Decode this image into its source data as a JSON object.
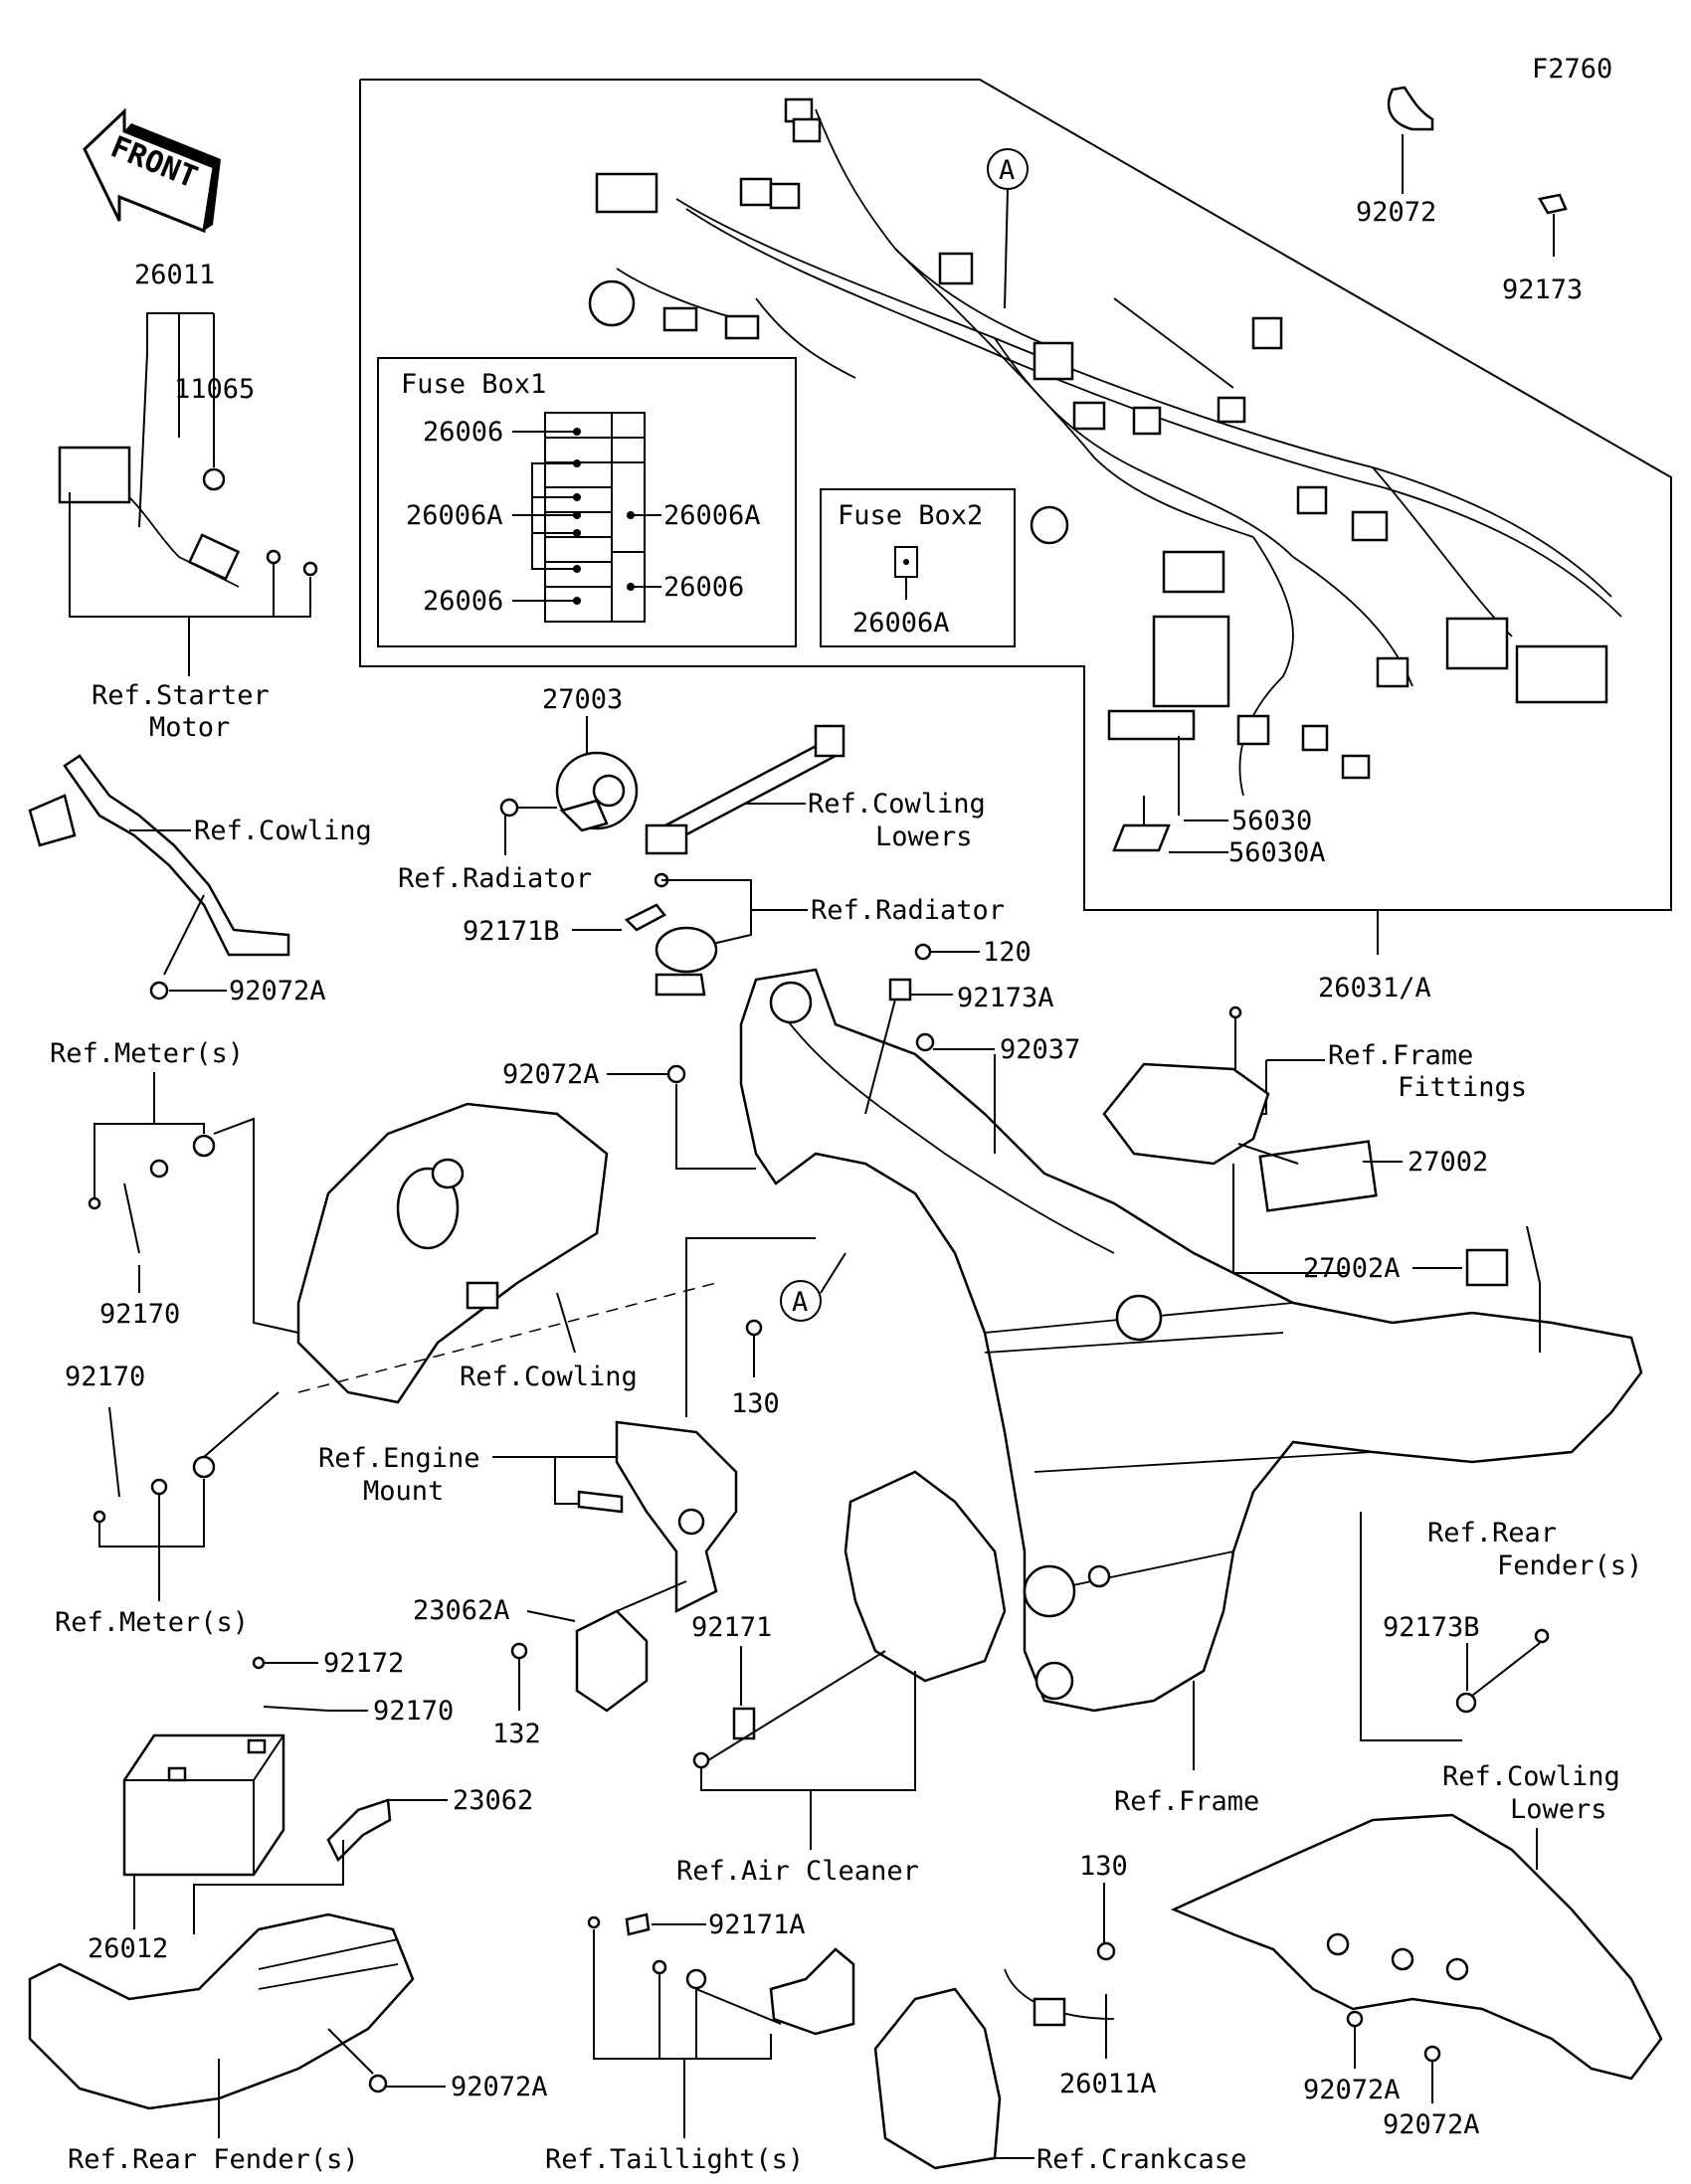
{
  "figure_code": "F2760",
  "front_label": "FRONT",
  "callout_a": "A",
  "fuse_box1": {
    "title": "Fuse Box1",
    "left_labels": [
      "26006",
      "26006A",
      "26006"
    ],
    "right_labels": [
      "26006A",
      "26006"
    ]
  },
  "fuse_box2": {
    "title": "Fuse Box2",
    "label": "26006A"
  },
  "parts": {
    "p92072": "92072",
    "p92173": "92173",
    "p26011": "26011",
    "p11065": "11065",
    "ref_starter_motor": "Ref.Starter\nMotor",
    "p27003": "27003",
    "ref_cowling_top": "Ref.Cowling",
    "ref_cowling_lowers_top": "Ref.Cowling\nLowers",
    "ref_radiator_1": "Ref.Radiator",
    "ref_radiator_2": "Ref.Radiator",
    "p92171B": "92171B",
    "p56030": "56030",
    "p56030A": "56030A",
    "p26031A": "26031/A",
    "p92072A_1": "92072A",
    "p120": "120",
    "p92173A": "92173A",
    "ref_meter_1": "Ref.Meter(s)",
    "p92072A_2": "92072A",
    "p92037": "92037",
    "ref_frame_fittings": "Ref.Frame\nFittings",
    "p27002": "27002",
    "p92170_1": "92170",
    "p27002A": "27002A",
    "ref_cowling_mid": "Ref.Cowling",
    "p130_1": "130",
    "p92170_2": "92170",
    "ref_engine_mount": "Ref.Engine\nMount",
    "ref_rear_fender_1": "Ref.Rear\nFender(s)",
    "p23062A": "23062A",
    "ref_meter_2": "Ref.Meter(s)",
    "p92171": "92171",
    "p92173B": "92173B",
    "p92172": "92172",
    "p92170_3": "92170",
    "p132": "132",
    "ref_frame": "Ref.Frame",
    "p23062": "23062",
    "ref_cowling_lowers_bottom": "Ref.Cowling\nLowers",
    "ref_air_cleaner": "Ref.Air Cleaner",
    "p130_2": "130",
    "p26012": "26012",
    "p92171A": "92171A",
    "p26011A": "26011A",
    "p92072A_3": "92072A",
    "p92072A_4": "92072A",
    "p92072A_5": "92072A",
    "ref_rear_fender_2": "Ref.Rear Fender(s)",
    "ref_taillight": "Ref.Taillight(s)",
    "ref_crankcase": "Ref.Crankcase"
  }
}
